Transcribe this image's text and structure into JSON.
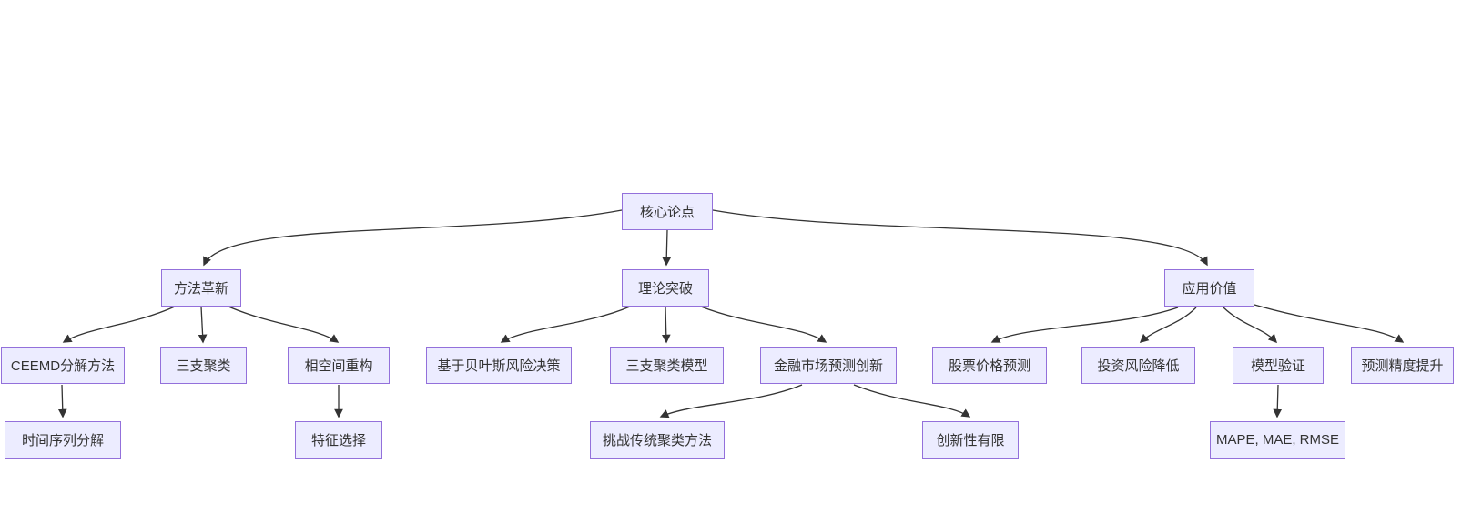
{
  "diagram": {
    "type": "flowchart-top-down",
    "colors": {
      "background": "#ffffff",
      "node_fill": "#ECECFF",
      "node_border": "#9370DB",
      "node_text": "#333333",
      "edge_color": "#333333"
    },
    "nodes": [
      {
        "id": "core-thesis",
        "label": "核心论点",
        "level": 1
      },
      {
        "id": "method-innovation",
        "label": "方法革新",
        "level": 2
      },
      {
        "id": "theory-breakthrough",
        "label": "理论突破",
        "level": 2
      },
      {
        "id": "application-value",
        "label": "应用价值",
        "level": 2
      },
      {
        "id": "ceemd-decomposition",
        "label": "CEEMD分解方法",
        "level": 3
      },
      {
        "id": "three-way-clustering",
        "label": "三支聚类",
        "level": 3
      },
      {
        "id": "phase-space-reconstruction",
        "label": "相空间重构",
        "level": 3
      },
      {
        "id": "bayesian-risk-decision",
        "label": "基于贝叶斯风险决策",
        "level": 3
      },
      {
        "id": "three-way-clustering-model",
        "label": "三支聚类模型",
        "level": 3
      },
      {
        "id": "financial-forecast-innovation",
        "label": "金融市场预测创新",
        "level": 3
      },
      {
        "id": "stock-price-prediction",
        "label": "股票价格预测",
        "level": 3
      },
      {
        "id": "investment-risk-reduction",
        "label": "投资风险降低",
        "level": 3
      },
      {
        "id": "model-validation",
        "label": "模型验证",
        "level": 3
      },
      {
        "id": "forecast-accuracy-improvement",
        "label": "预测精度提升",
        "level": 3
      },
      {
        "id": "time-series-decomposition",
        "label": "时间序列分解",
        "level": 4
      },
      {
        "id": "feature-selection",
        "label": "特征选择",
        "level": 4
      },
      {
        "id": "challenge-traditional-clustering",
        "label": "挑战传统聚类方法",
        "level": 4
      },
      {
        "id": "limited-novelty",
        "label": "创新性有限",
        "level": 4
      },
      {
        "id": "evaluation-metrics",
        "label": "MAPE, MAE, RMSE",
        "level": 4
      }
    ],
    "edges": [
      {
        "from": "core-thesis",
        "to": "method-innovation"
      },
      {
        "from": "core-thesis",
        "to": "theory-breakthrough"
      },
      {
        "from": "core-thesis",
        "to": "application-value"
      },
      {
        "from": "method-innovation",
        "to": "ceemd-decomposition"
      },
      {
        "from": "method-innovation",
        "to": "three-way-clustering"
      },
      {
        "from": "method-innovation",
        "to": "phase-space-reconstruction"
      },
      {
        "from": "theory-breakthrough",
        "to": "bayesian-risk-decision"
      },
      {
        "from": "theory-breakthrough",
        "to": "three-way-clustering-model"
      },
      {
        "from": "theory-breakthrough",
        "to": "financial-forecast-innovation"
      },
      {
        "from": "application-value",
        "to": "stock-price-prediction"
      },
      {
        "from": "application-value",
        "to": "investment-risk-reduction"
      },
      {
        "from": "application-value",
        "to": "model-validation"
      },
      {
        "from": "application-value",
        "to": "forecast-accuracy-improvement"
      },
      {
        "from": "ceemd-decomposition",
        "to": "time-series-decomposition"
      },
      {
        "from": "phase-space-reconstruction",
        "to": "feature-selection"
      },
      {
        "from": "financial-forecast-innovation",
        "to": "challenge-traditional-clustering"
      },
      {
        "from": "financial-forecast-innovation",
        "to": "limited-novelty"
      },
      {
        "from": "model-validation",
        "to": "evaluation-metrics"
      }
    ]
  }
}
